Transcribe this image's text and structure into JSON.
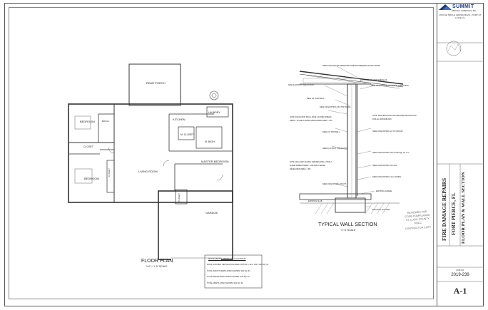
{
  "titleblock": {
    "company_line1": "SUMMIT",
    "company_line2": "DESIGN & FORENSICS, INC.",
    "company_address": "1700 SE TRIPLE CROWN BLVD - PORT ST. LUCIE, FL",
    "project_title_1": "FIRE DAMAGE REPAIRS",
    "project_city": "FORT PIERCE, FL",
    "sheet_description": "FLOOR PLAN & WALL SECTION",
    "job_no_label": "JOB NO.",
    "job_no": "2019-239",
    "sheet_number": "A-1"
  },
  "floor_plan": {
    "rooms": {
      "rear_porch": "REAR PORCH",
      "bedroom_1": "BEDROOM",
      "bedroom_2": "BEDROOM",
      "bath_2": "BATH 2",
      "closet_1": "CLOSET",
      "closet_2": "CLOSET",
      "living_room": "LIVING ROOM",
      "kitchen": "KITCHEN",
      "laundry": "LAUNDRY",
      "closet_3": "CLOSET",
      "master_bath": "M. BATH",
      "master_closet": "M. CLOSET",
      "master_bedroom": "MASTER BEDROOM",
      "garage": "GARAGE"
    },
    "title": "FLOOR PLAN",
    "scale": "1/4\" = 1'-0\" SCALE"
  },
  "ventilation": {
    "title": "ROOF VENTILATION CALCULATIONS",
    "line1": "ROOF HOUSING VENTILATION AREA: 1875 SF x 144 / 300 = 900 SQ. IN.",
    "line2": "TOTAL SOFFIT VENTILATION SHOWN: 546 SQ. IN.",
    "line3": "TOTAL RIDGE VENTILATION SHOWN: 378 SQ. IN.",
    "line4": "TOTAL VENTILATION SHOWN: 924 SQ. IN."
  },
  "wall_section": {
    "title": "TYPICAL WALL SECTION",
    "scale": "1\"=1' SCALE",
    "notes": {
      "n1": "NEW EXISTING OR APPROVED PRE-ENGINEERED WOOD TRUSS",
      "n2": "EXISTING OR NEW SHINGLES",
      "n3": "NEW R-30 BATT INSULATION",
      "n4": "NEW OR EXISTING PLYWOOD SHEATHING",
      "n5": "NEW 1/2\" DRYWALL",
      "n6": "NEW OR EXISTING 2X4 TOP PLATE",
      "n7": "NOTE: INSULATION SHALL HAVE A FLAME SPREAD INDEX < 25 AND A SMOKE DEVELOPED INDEX < 450",
      "n8": "NOTE: PROVIDE FLASH AND WEATHER PROTECTION FOR ALL WOOD/BLOCK",
      "n9": "NEW OR EXISTING 1/2\" PLYWOOD",
      "n10": "NEW 1/2\" DRYWALL",
      "n11": "NEW R-13 BATT INSULATION",
      "n12": "NEW OR EXISTING 2X4 STUDS @ 16\" O.C.",
      "n13": "NOTE: WALL AND CEILING FINISHES SHALL HAVE A FLAME SPREAD INDEX < 200 AND A SMOKE DEVELOPED INDEX < 450",
      "n14": "NEW OR EXISTING 2X4 SILL",
      "n15": "NEW OR EXISTING T1-11 SIDING",
      "n16": "NEW OR EXISTING 2X4 P.T.",
      "n17": "EXISTING GRADE",
      "n18": "EXISTING SLAB",
      "n19": "EXISTING FOOTING"
    }
  },
  "stamp": {
    "line1": "REVIEWED FOR",
    "line2": "CODE COMPLIANCE",
    "line3": "ST. LUCIE COUNTY",
    "line4": "BOCC",
    "line5": "CONTRACTOR COPY"
  },
  "colors": {
    "ink": "#222222",
    "wall": "#333333",
    "light": "#888888",
    "brand_blue": "#1f3b73"
  }
}
